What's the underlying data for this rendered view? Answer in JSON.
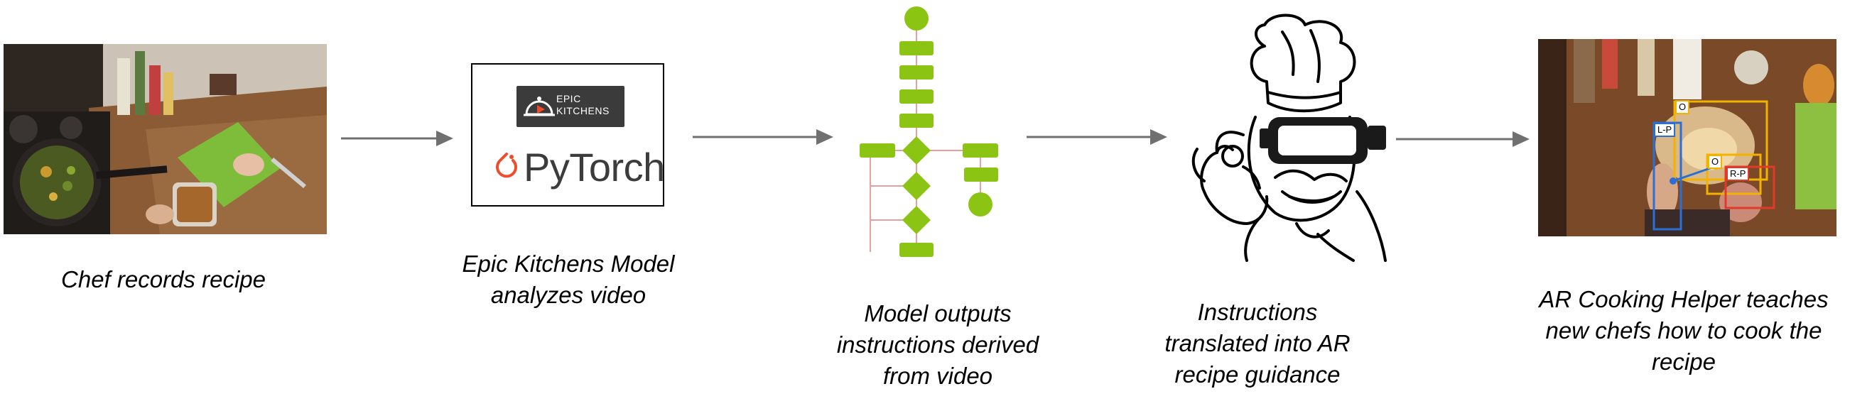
{
  "colors": {
    "flow_green": "#8cc414",
    "flow_line": "#e6a0a0",
    "arrow": "#707070",
    "pytorch_orange": "#ee4c2c",
    "epic_dark": "#3b3b3b",
    "box_yellow": "#f2b300",
    "box_blue": "#2b6fd6",
    "box_red": "#e23a2a"
  },
  "steps": [
    {
      "caption_lines": [
        "Chef records recipe"
      ],
      "image": "kitchen-top-down-photo"
    },
    {
      "caption_lines": [
        "Epic Kitchens Model",
        "analyzes video"
      ],
      "image": "model-logos"
    },
    {
      "caption_lines": [
        "Model outputs",
        "instructions derived",
        "from video"
      ],
      "image": "flowchart"
    },
    {
      "caption_lines": [
        "Instructions",
        "translated into AR",
        "recipe guidance"
      ],
      "image": "chef-with-ar-headset"
    },
    {
      "caption_lines": [
        "AR Cooking Helper teaches",
        "new chefs how to cook the",
        "recipe"
      ],
      "image": "annotated-kitchen-photo"
    }
  ],
  "logos": {
    "epic_kitchens_lines": [
      "EPIC",
      "KITCHENS"
    ],
    "pytorch": "PyTorch"
  },
  "ar_labels": {
    "object_top": "O",
    "left_hand": "L-P",
    "object_mid": "O",
    "right_hand": "R-P"
  },
  "icons": [
    "arrow-right-icon",
    "play-triangle-icon",
    "pytorch-flame-icon"
  ]
}
